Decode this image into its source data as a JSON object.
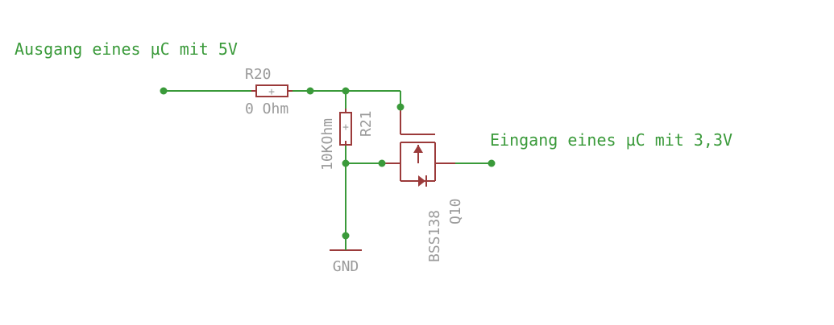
{
  "labels": {
    "input": "Ausgang eines µC mit 5V",
    "output": "Eingang eines µC mit 3,3V",
    "gnd": "GND"
  },
  "r20": {
    "name": "R20",
    "value": "0 Ohm",
    "pin_mark": "+"
  },
  "r21": {
    "name": "R21",
    "value": "10KOhm",
    "pin_mark": "+"
  },
  "q10": {
    "name": "Q10",
    "value": "BSS138"
  },
  "colors": {
    "wire": "#3a9a3a",
    "part": "#9b3a3a",
    "label": "#9a9a9a"
  }
}
